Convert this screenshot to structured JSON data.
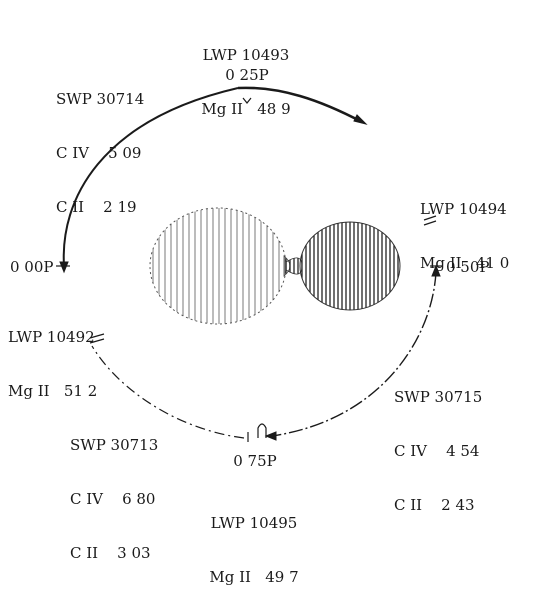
{
  "phases": {
    "p000": "0 00P",
    "p025": "0 25P",
    "p050": "0 50P",
    "p075": "0 75P"
  },
  "observations": {
    "lwp_top": {
      "line1": "LWP 10493",
      "line2": "Mg II   48 9"
    },
    "lwp_right": {
      "line1": "LWP 10494",
      "line2": "Mg II   41 0"
    },
    "lwp_left": {
      "line1": "LWP 10492",
      "line2": "Mg II   51 2"
    },
    "lwp_bottom": {
      "line1": "LWP 10495",
      "line2": "Mg II   49 7"
    },
    "swp_upper_left": {
      "line1": "SWP 30714",
      "line2": "C IV    5 09",
      "line3": "C II    2 19"
    },
    "swp_lower_right": {
      "line1": "SWP 30715",
      "line2": "C IV    4 54",
      "line3": "C II    2 43"
    },
    "swp_lower_left": {
      "line1": "SWP 30713",
      "line2": "C IV    6 80",
      "line3": "C II    3 03"
    }
  }
}
